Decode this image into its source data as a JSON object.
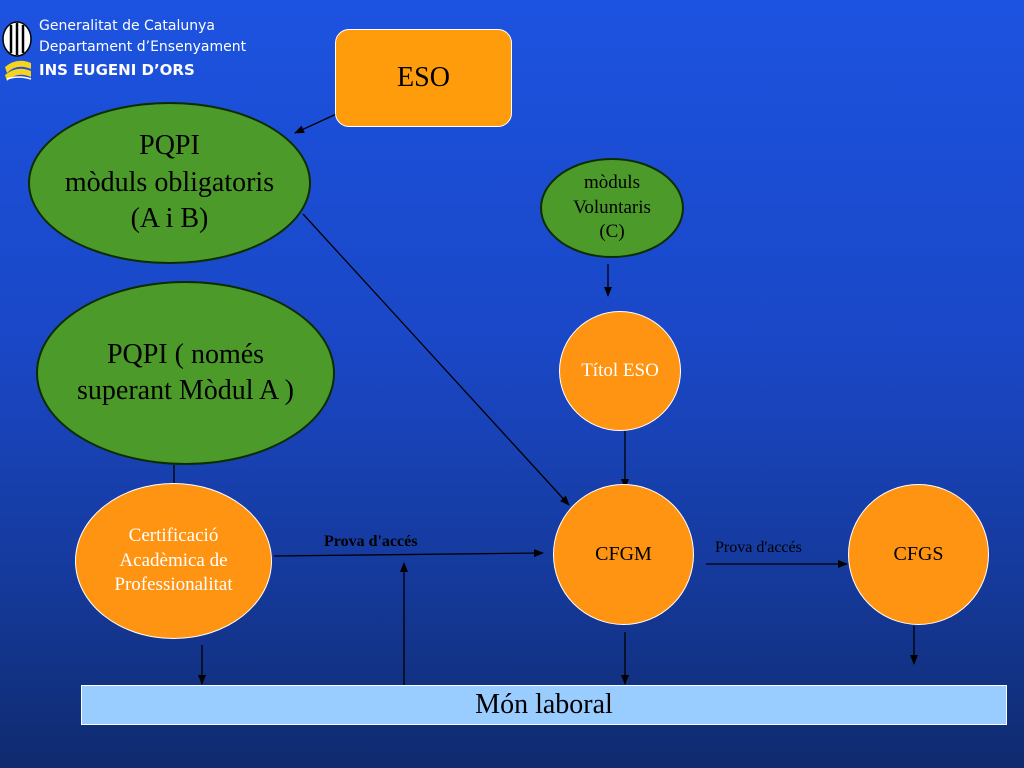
{
  "header": {
    "line1": "Generalitat de Catalunya",
    "line2": "Departament d’Ensenyament",
    "line3": "INS EUGENI D’ORS",
    "logo_icon": "generalitat-shield-and-book-logo"
  },
  "colors": {
    "background": "#1c53e0",
    "green_node": "#4c9a2a",
    "orange_node": "#ff9413",
    "labor_bar": "#99ccff"
  },
  "nodes": {
    "eso": "ESO",
    "pqpi_obligatoris": [
      "PQPI",
      "mòduls obligatoris",
      "(A i B)"
    ],
    "pqpi_modul_a": [
      "PQPI ( només",
      "superant Mòdul A )"
    ],
    "moduls_voluntaris": [
      "mòduls",
      "Voluntaris",
      "(C)"
    ],
    "titol_eso": "Títol ESO",
    "certificacio": [
      "Certificació",
      "Acadèmica de",
      "Professionalitat"
    ],
    "cfgm": "CFGM",
    "cfgs": "CFGS",
    "mon_laboral": "Món laboral"
  },
  "edge_labels": {
    "prova_cert_cfgm": "Prova d'accés",
    "prova_cfgm_cfgs": "Prova d'accés"
  }
}
